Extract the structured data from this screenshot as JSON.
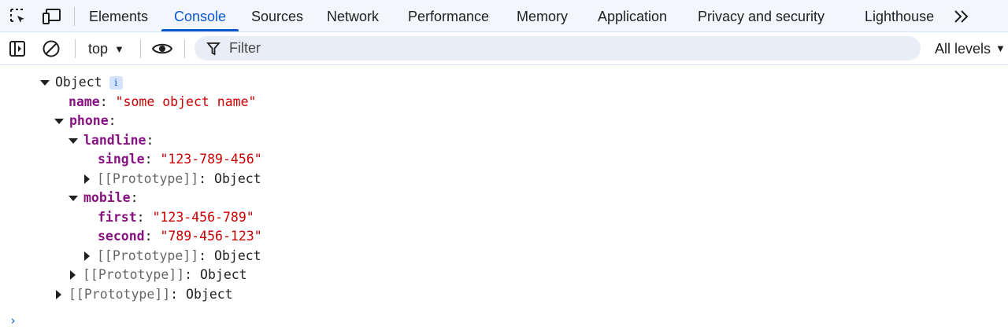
{
  "tabs": [
    {
      "label": "Elements"
    },
    {
      "label": "Console"
    },
    {
      "label": "Sources"
    },
    {
      "label": "Network"
    },
    {
      "label": "Performance"
    },
    {
      "label": "Memory"
    },
    {
      "label": "Application"
    },
    {
      "label": "Privacy and security"
    },
    {
      "label": "Lighthouse"
    }
  ],
  "active_tab": "Console",
  "toolbar": {
    "context": "top",
    "filter_placeholder": "Filter",
    "levels": "All levels"
  },
  "console": {
    "object_label": "Object",
    "info_badge": "i",
    "lines": [
      {
        "key": "name",
        "value": "\"some object name\""
      },
      {
        "key": "phone"
      },
      {
        "key": "landline"
      },
      {
        "key": "single",
        "value": "\"123-789-456\""
      },
      {
        "proto": "[[Prototype]]",
        "type": "Object"
      },
      {
        "key": "mobile"
      },
      {
        "key": "first",
        "value": "\"123-456-789\""
      },
      {
        "key": "second",
        "value": "\"789-456-123\""
      },
      {
        "proto": "[[Prototype]]",
        "type": "Object"
      },
      {
        "proto": "[[Prototype]]",
        "type": "Object"
      },
      {
        "proto": "[[Prototype]]",
        "type": "Object"
      }
    ],
    "prompt": "›"
  },
  "colors": {
    "accent": "#0b57d0",
    "key": "#881280",
    "string": "#c80000",
    "proto": "#666666"
  }
}
